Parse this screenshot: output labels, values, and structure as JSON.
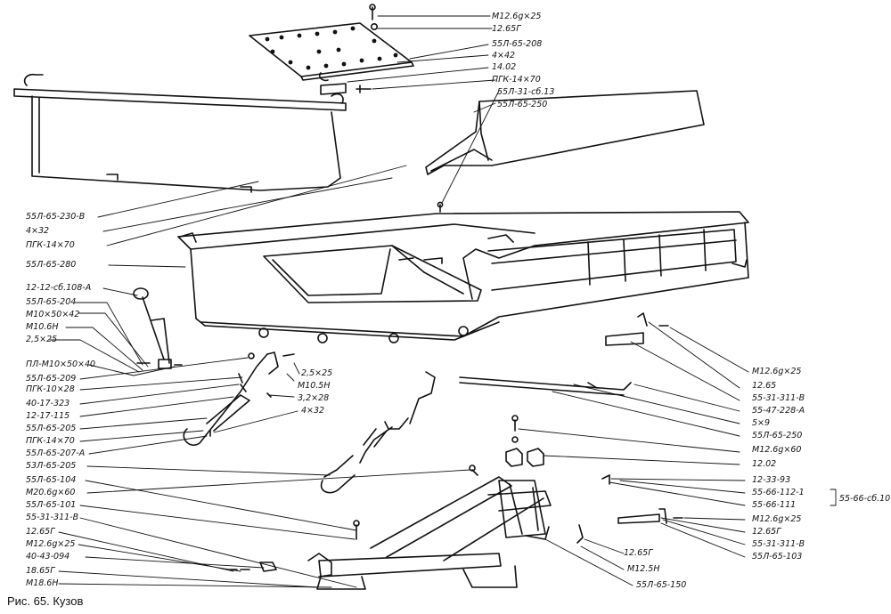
{
  "figure": {
    "caption": "Рис. 65. Кузов"
  },
  "labels": {
    "left": [
      "55Л-65-230-В",
      "4×32",
      "ПГК-14×70",
      "55Л-65-280",
      "12-12-сб.108-А",
      "55Л-65-204",
      "М10×50×42",
      "М10.6Н",
      "2,5×25",
      "ПЛ-М10×50×40",
      "55Л-65-209",
      "ПГК-10×28",
      "40-17-323",
      "12-17-115",
      "55Л-65-205",
      "ПГК-14×70",
      "55Л-65-207-А",
      "53Л-65-205",
      "55Л-65-104",
      "М20.6g×60",
      "55Л-65-101",
      "55-31-311-В",
      "12.65Г",
      "М12.6g×25",
      "40-43-094",
      "18.65Г",
      "М18.6Н"
    ],
    "top_right": [
      "М12.6g×25",
      "12.65Г",
      "55Л-65-208",
      "4×42",
      "14.02",
      "ПГК-14×70",
      "55Л-31-сб.13",
      "55Л-65-250"
    ],
    "center": [
      "2,5×25",
      "М10.5Н",
      "3,2×28",
      "4×32"
    ],
    "right": [
      "М12.6g×25",
      "12.65",
      "55-31-311-В",
      "55-47-228-А",
      "5×9",
      "55Л-65-250",
      "М12.6g×60",
      "12.02",
      "12-33-93",
      "55-66-112-1",
      "55-66-111",
      "М12.6g×25",
      "12.65Г",
      "55-31-311-В",
      "55Л-65-103"
    ],
    "bracket_group": "55-66-сб.10",
    "bottom": [
      "12.65Г",
      "М12.5Н",
      "55Л-65-150"
    ]
  }
}
